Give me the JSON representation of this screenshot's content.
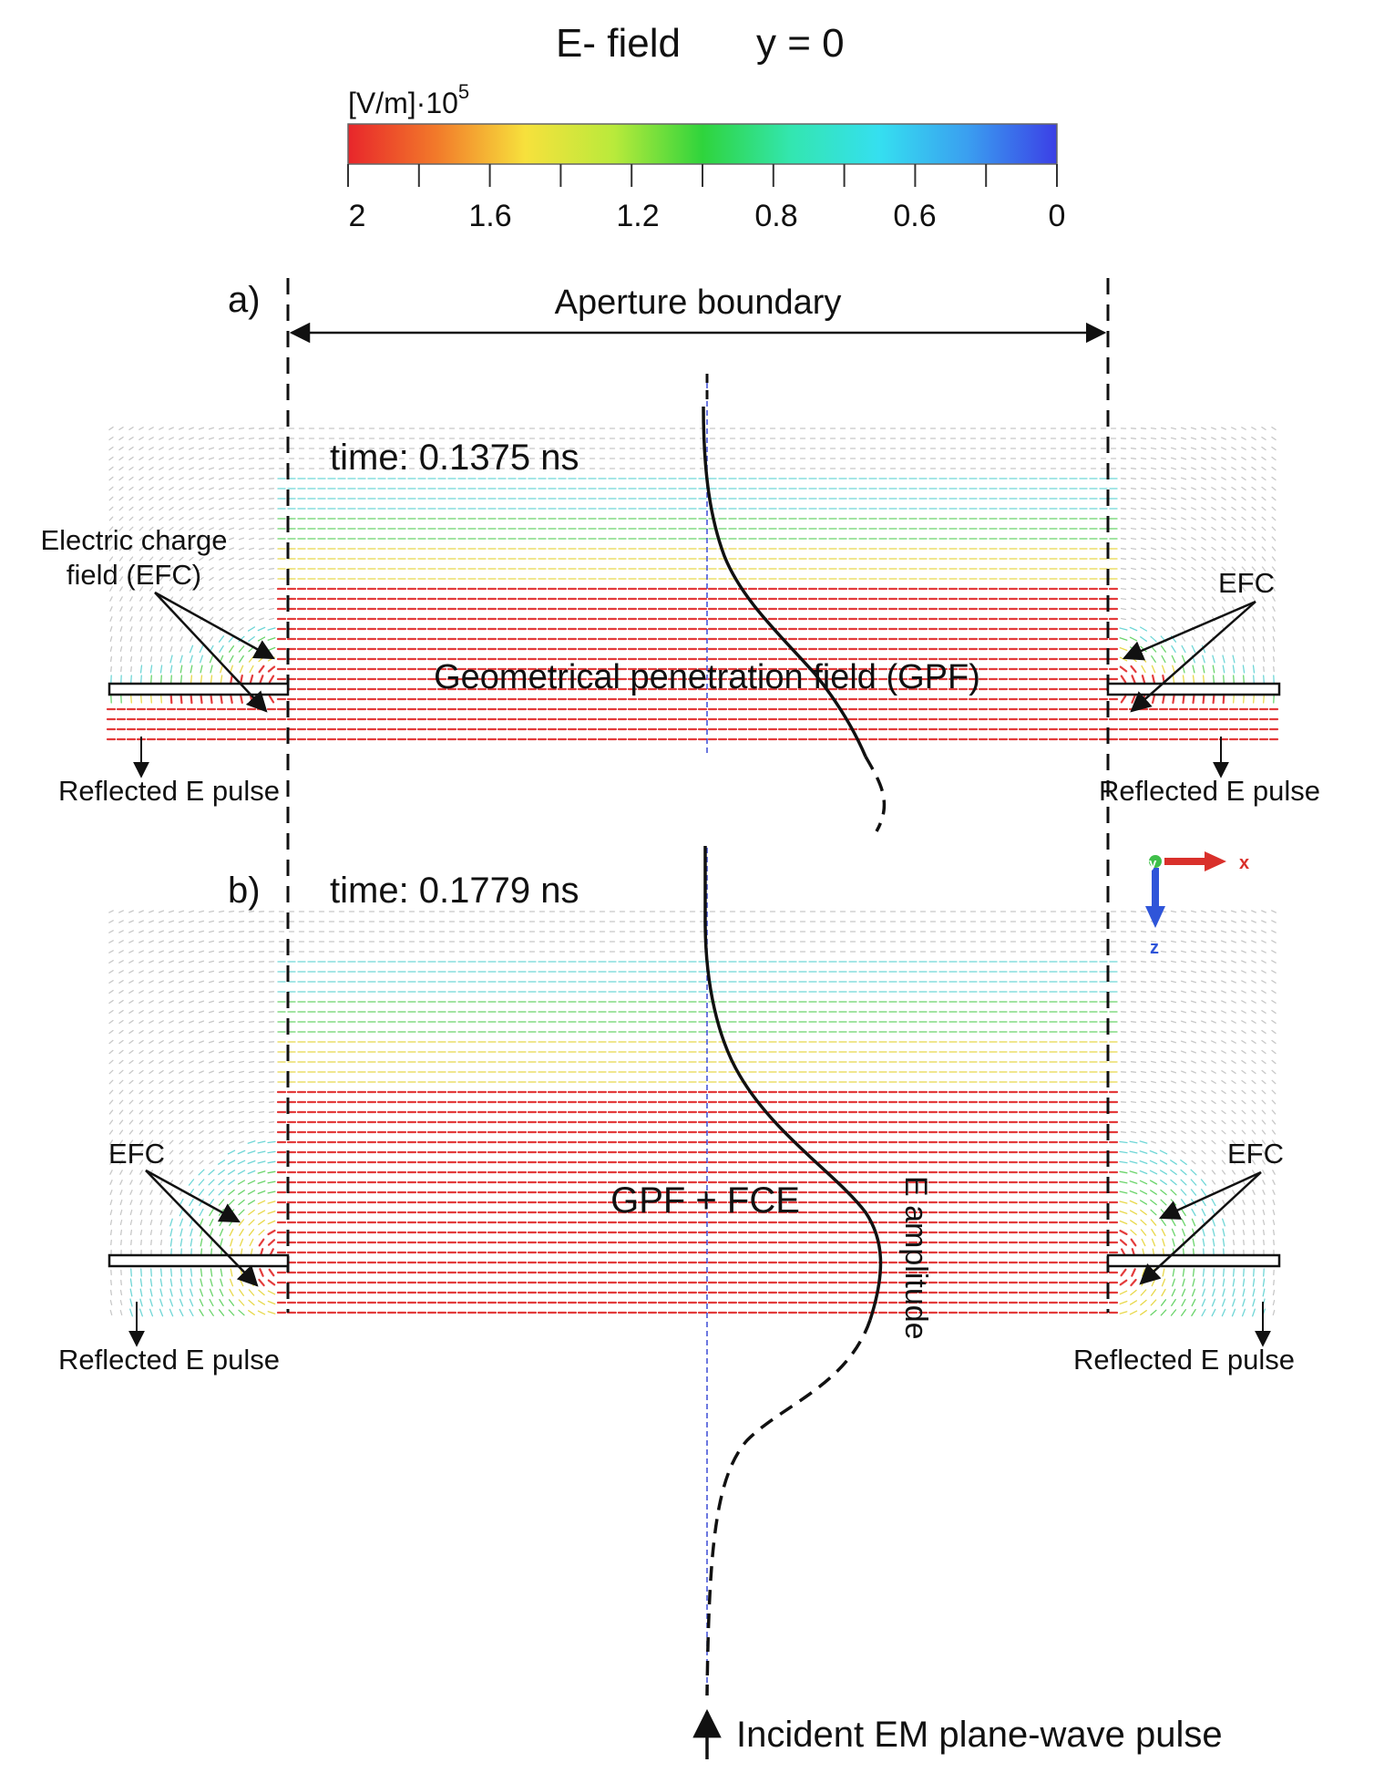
{
  "title": {
    "field": "E- field",
    "plane": "y = 0"
  },
  "colorbar": {
    "unit_label": "[V/m]·10",
    "unit_exponent": "5",
    "tick_labels": [
      "2",
      "1.6",
      "1.2",
      "0.8",
      "0.6",
      "0"
    ],
    "colors": [
      "#e8262b",
      "#f27a2a",
      "#f7e13c",
      "#b9ea3b",
      "#2fd43c",
      "#33e6b0",
      "#35dff0",
      "#3a9ef0",
      "#3b3fe6"
    ]
  },
  "annotations": {
    "panel_a_label": "a)",
    "panel_b_label": "b)",
    "aperture_boundary": "Aperture boundary",
    "time_a": "time: 0.1375 ns",
    "time_b": "time: 0.1779 ns",
    "efc_full_line1": "Electric charge",
    "efc_full_line2": "field (EFC)",
    "efc": "EFC",
    "gpf": "Geometrical penetration field (GPF)",
    "gpf_fce": "GPF + FCE",
    "reflected": "Reflected E pulse",
    "amplitude": "E amplitude",
    "incident": "Incident EM plane-wave pulse"
  },
  "axes_triad": {
    "y": "y",
    "x": "x",
    "z": "z"
  },
  "colors": {
    "field_strong": "#e33b3b",
    "field_yellow": "#e8d84a",
    "field_green": "#6bd46b",
    "field_cyan": "#6fd6d6",
    "field_weak": "#c8c8c8",
    "center_line": "#3c4bd6",
    "axis_x": "#d9302b",
    "axis_z": "#2f55d9",
    "axis_y": "#3fbf4a"
  }
}
